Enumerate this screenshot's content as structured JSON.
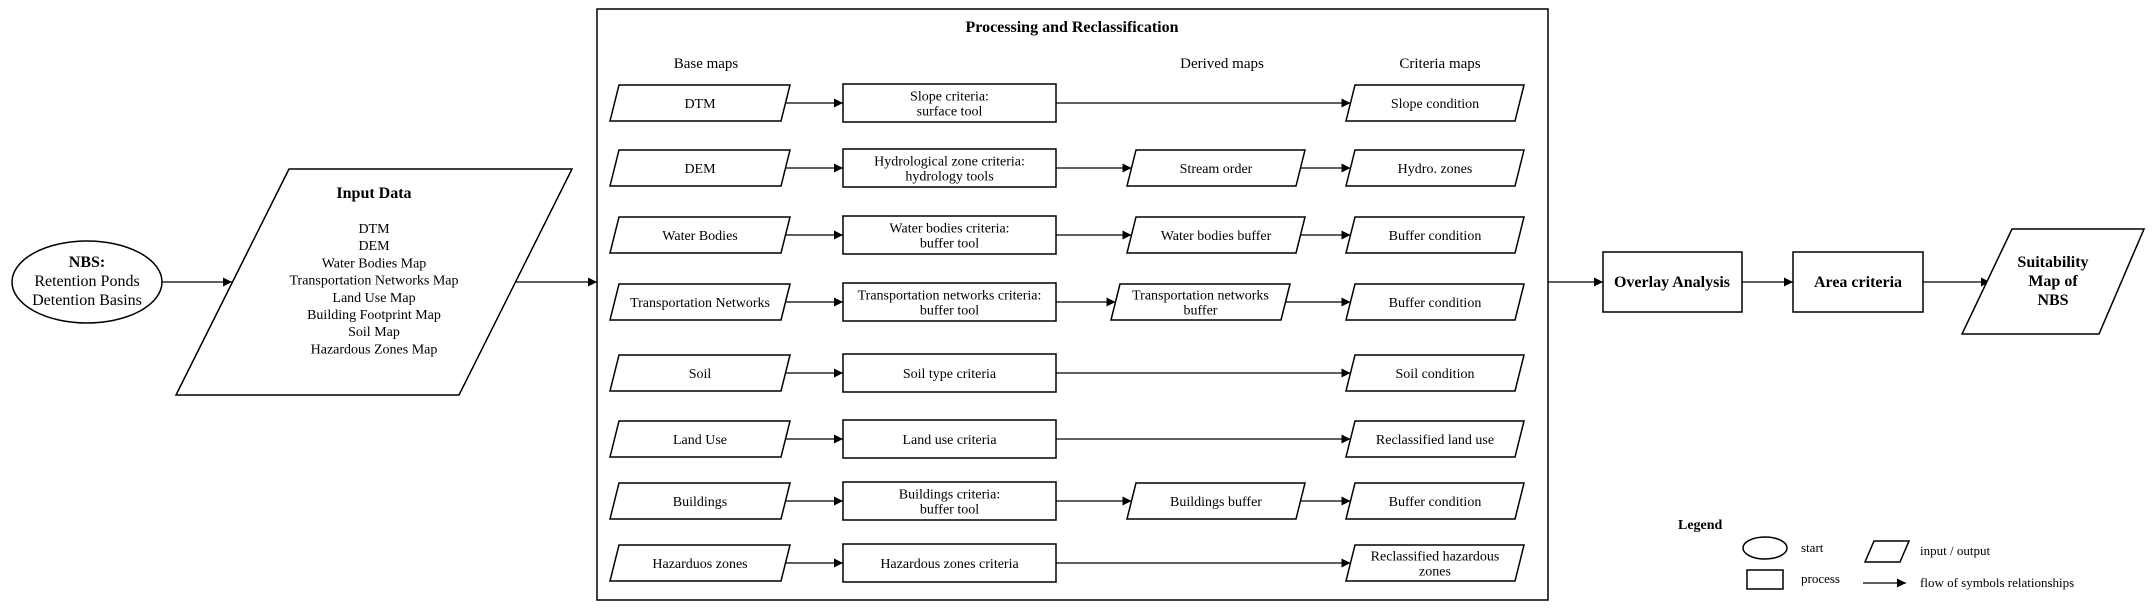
{
  "diagram": {
    "start_node": {
      "lines": [
        "NBS:",
        "Retention Ponds",
        "Detention Basins"
      ]
    },
    "input_data": {
      "title": "Input Data",
      "items": [
        "DTM",
        "DEM",
        "Water Bodies Map",
        "Transportation Networks Map",
        "Land Use Map",
        "Building Footprint Map",
        "Soil Map",
        "Hazardous Zones Map"
      ]
    },
    "processing": {
      "title": "Processing and Reclassification",
      "headers": {
        "base": "Base maps",
        "derived": "Derived maps",
        "criteria": "Criteria maps"
      },
      "rows": [
        {
          "base": [
            "DTM"
          ],
          "process": [
            "Slope criteria:",
            "surface tool"
          ],
          "derived": null,
          "criteria": [
            "Slope condition"
          ]
        },
        {
          "base": [
            "DEM"
          ],
          "process": [
            "Hydrological zone criteria:",
            "hydrology tools"
          ],
          "derived": [
            "Stream order"
          ],
          "criteria": [
            "Hydro. zones"
          ]
        },
        {
          "base": [
            "Water Bodies"
          ],
          "process": [
            "Water bodies criteria:",
            "buffer tool"
          ],
          "derived": [
            "Water bodies buffer"
          ],
          "criteria": [
            "Buffer condition"
          ]
        },
        {
          "base": [
            "Transportation Networks"
          ],
          "process": [
            "Transportation networks criteria:",
            "buffer tool"
          ],
          "derived": [
            "Transportation networks",
            "buffer"
          ],
          "criteria": [
            "Buffer condition"
          ]
        },
        {
          "base": [
            "Soil"
          ],
          "process": [
            "Soil type criteria"
          ],
          "derived": null,
          "criteria": [
            "Soil condition"
          ]
        },
        {
          "base": [
            "Land Use"
          ],
          "process": [
            "Land use criteria"
          ],
          "derived": null,
          "criteria": [
            "Reclassified land use"
          ]
        },
        {
          "base": [
            "Buildings"
          ],
          "process": [
            "Buildings criteria:",
            "buffer tool"
          ],
          "derived": [
            "Buildings buffer"
          ],
          "criteria": [
            "Buffer condition"
          ]
        },
        {
          "base": [
            "Hazarduos zones"
          ],
          "process": [
            "Hazardous zones criteria"
          ],
          "derived": null,
          "criteria": [
            "Reclassified hazardous",
            "zones"
          ]
        }
      ]
    },
    "overlay": {
      "label": "Overlay Analysis"
    },
    "area": {
      "label": "Area criteria"
    },
    "output": {
      "lines": [
        "Suitability",
        "Map of",
        "NBS"
      ]
    },
    "legend": {
      "title": "Legend",
      "start": "start",
      "process": "process",
      "io": "input / output",
      "flow": "flow of symbols relationships"
    }
  }
}
